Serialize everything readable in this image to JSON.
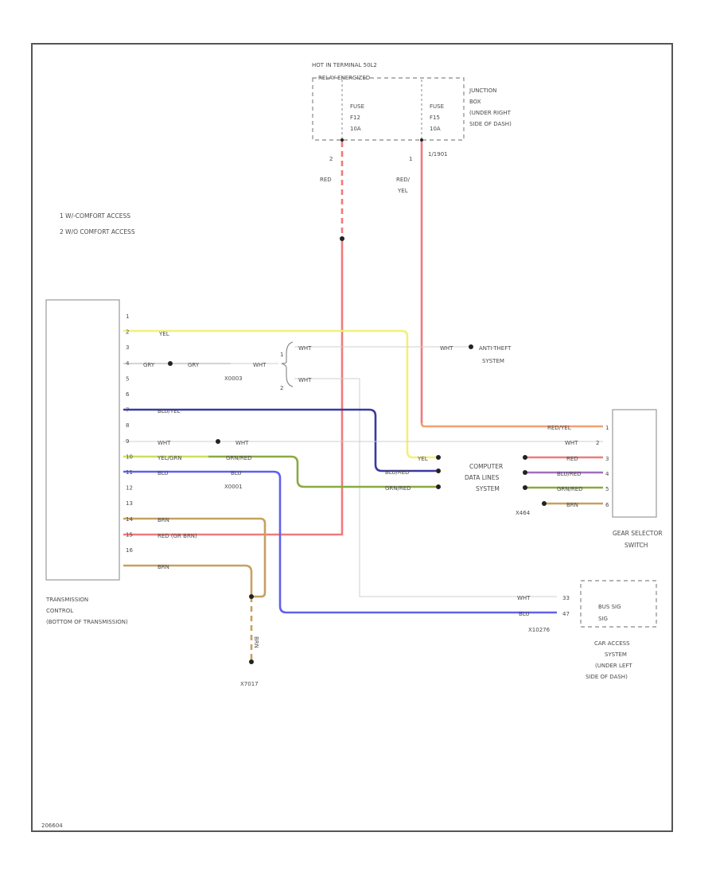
{
  "header": {
    "hot_line1": "HOT IN TERMINAL 50L2",
    "hot_line2": "RELAY ENERGIZED"
  },
  "junction_box": {
    "label": [
      "JUNCTION",
      "BOX",
      "(UNDER RIGHT",
      "SIDE OF DASH)"
    ],
    "fuse_a": [
      "FUSE",
      "F12",
      "10A"
    ],
    "fuse_b": [
      "FUSE",
      "F15",
      "10A"
    ],
    "pin_a": "2",
    "pin_b": "1",
    "connector": "1/1901"
  },
  "legend": {
    "items": [
      "1  W/-COMFORT ACCESS",
      "2  W/O COMFORT ACCESS"
    ]
  },
  "wire_labels": {
    "red": "RED",
    "red_yel_1": "RED/",
    "red_yel_2": "YEL",
    "yel": "YEL",
    "gry": "GRY",
    "gry2": "GRY",
    "wht": "WHT",
    "blu_yel": "BLU/YEL",
    "yel_grn": "YEL/GRN",
    "blu": "BLU",
    "brn": "BRN",
    "red_grn_brn": "RED (GR BRN)",
    "grn_red": "GRN/RED",
    "wht_b": "WHT",
    "wht_c": "WHT",
    "wht_d": "WHT",
    "brn2": "BRN",
    "brn_down": "BRN"
  },
  "connectors": {
    "x0003": "X0003",
    "x0001": "X0001",
    "x464": "X464",
    "x10276": "X10276",
    "x7017": "X7017",
    "split_1": "1",
    "split_2": "2"
  },
  "tcm": {
    "label": [
      "TRANSMISSION",
      "CONTROL",
      "(BOTTOM OF TRANSMISSION)"
    ],
    "pins": [
      "1",
      "2",
      "3",
      "4",
      "5",
      "6",
      "7",
      "8",
      "9",
      "10",
      "11",
      "12",
      "13",
      "14",
      "15",
      "16"
    ]
  },
  "anti_theft": {
    "wire": "WHT",
    "label": [
      "ANTI-THEFT",
      "SYSTEM"
    ]
  },
  "computer_data": {
    "label": [
      "COMPUTER",
      "DATA LINES",
      "SYSTEM"
    ],
    "left_wires": [
      "YEL",
      "BLU/RED",
      "GRN/RED"
    ]
  },
  "gear_selector": {
    "label": [
      "GEAR SELECTOR",
      "SWITCH"
    ],
    "wires": [
      "RED/YEL",
      "WHT",
      "RED",
      "BLU/RED",
      "GRN/RED",
      "BRN"
    ],
    "pins": [
      "1",
      "2",
      "3",
      "4",
      "5",
      "6"
    ]
  },
  "car_access": {
    "label": [
      "CAR ACCESS",
      "SYSTEM",
      "(UNDER LEFT",
      "SIDE OF DASH)"
    ],
    "box_line1": "BUS SIG",
    "box_line2": "SIG",
    "wires": [
      "WHT",
      "BLU"
    ],
    "pins": [
      "33",
      "47"
    ]
  },
  "footer": {
    "code": "206604"
  },
  "colors": {
    "red": "#f07a7a",
    "red_yel": "#f4a070",
    "yellow": "#f2f07a",
    "navy": "#3a3aa0",
    "yel_grn": "#c8e060",
    "blue": "#6060f0",
    "brown": "#c8a060",
    "green": "#8aaa40",
    "purple": "#a070c0",
    "white_wire": "#d0d0d0",
    "gray": "#999999",
    "frame": "#555555"
  }
}
